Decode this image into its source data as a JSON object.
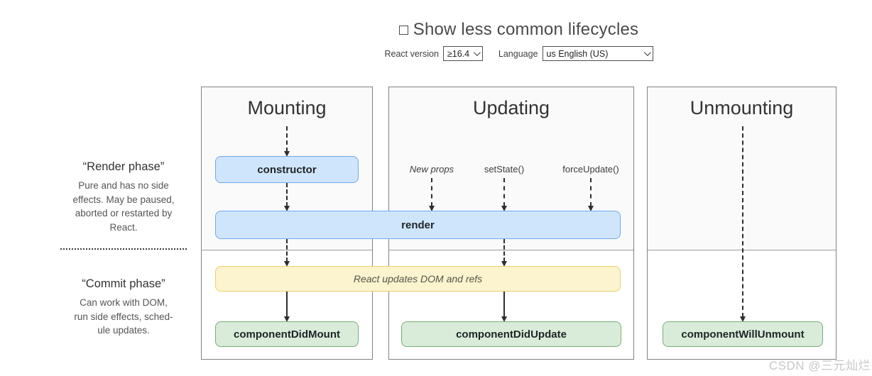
{
  "header": {
    "checkbox_label": "Show less common lifecycles",
    "checkbox_checked": false,
    "react_version_label": "React version",
    "react_version_value": "≥16.4",
    "language_label": "Language",
    "language_value": "us English (US)"
  },
  "sidebar": {
    "render_phase": {
      "title": "“Render phase”",
      "description": "Pure and has no side\neffects. May be paused,\naborted or restarted by\nReact."
    },
    "commit_phase": {
      "title": "“Commit phase”",
      "description": "Can work with DOM,\nrun side effects, sched-\nule updates."
    }
  },
  "columns": {
    "mounting": {
      "title": "Mounting"
    },
    "updating": {
      "title": "Updating"
    },
    "unmounting": {
      "title": "Unmounting"
    }
  },
  "triggers": {
    "new_props": "New props",
    "set_state": "setState()",
    "force_update": "forceUpdate()"
  },
  "methods": {
    "constructor": "constructor",
    "render": "render",
    "react_updates_dom": "React updates DOM and refs",
    "component_did_mount": "componentDidMount",
    "component_did_update": "componentDidUpdate",
    "component_will_unmount": "componentWillUnmount"
  },
  "watermark": "CSDN @三元灿烂",
  "colors": {
    "blue_fill": "#cfe5fc",
    "blue_border": "#70a9ea",
    "yellow_fill": "#fcf3cf",
    "yellow_border": "#eed06e",
    "green_fill": "#d9ecd9",
    "green_border": "#74af74",
    "column_border": "#828282",
    "phase_bg": "#fafafa",
    "phase_divider": "#9a9a9a",
    "arrow": "#2e2e2e",
    "watermark": "#c7c7c7"
  }
}
